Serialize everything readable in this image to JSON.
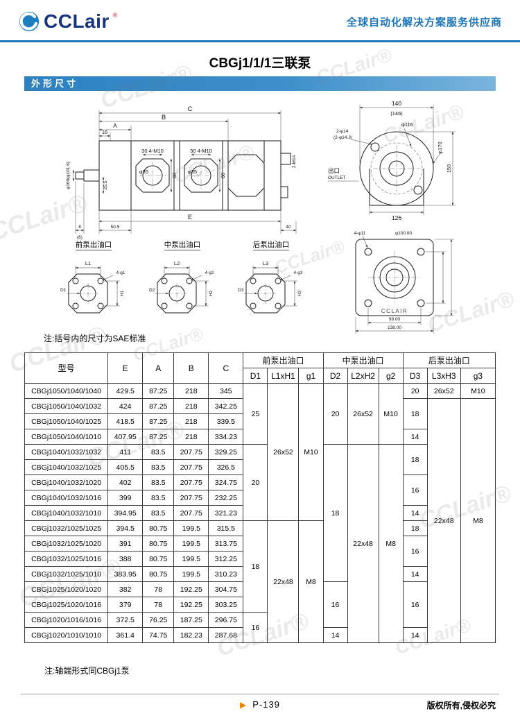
{
  "header": {
    "logo_text": "CCLair",
    "logo_reg": "®",
    "slogan": "全球自动化解决方案服务供应商"
  },
  "title": "CBGj1/1/1三联泵",
  "section": {
    "label": "外形尺寸"
  },
  "watermark": {
    "text": "CCLair®"
  },
  "drawing": {
    "main": {
      "dim_c": "C",
      "dim_b": "B",
      "dim_a": "A",
      "dim_16": "16",
      "bolt_label": "30  4-M10",
      "phi35": "φ35",
      "dim_60": "60",
      "dim_25_5": "25.5",
      "shaft_label": "φ100(φ101.6)",
      "dim_8": "8",
      "dim_8_sae": "(6)",
      "dim_50_5": "50.5",
      "dim_e": "E",
      "dim_40": "40",
      "m14": "2-M14"
    },
    "rear": {
      "dim_140": "140",
      "dim_146": "(146)",
      "holes": "2-φ14",
      "holes_sae": "(2-φ14.3)",
      "phi116": "φ116",
      "phi170": "φ170",
      "dim_159": "159",
      "dim_126": "126",
      "outlet_cn": "出口",
      "outlet_en": "OUTLET"
    },
    "flange": {
      "holes": "4-φ11",
      "bolt_circle": "φ100.00",
      "dim_99": "99.00",
      "dim_138": "138.00",
      "brand": "CCLAIR"
    },
    "ports": [
      {
        "title": "前泵出油口",
        "l": "L1",
        "h": "H1",
        "d": "D1",
        "g": "4-g1"
      },
      {
        "title": "中泵出油口",
        "l": "L2",
        "h": "H2",
        "d": "D2",
        "g": "4-g2"
      },
      {
        "title": "后泵出油口",
        "l": "L3",
        "h": "H3",
        "d": "D3",
        "g": "4-g3"
      }
    ]
  },
  "notes": {
    "sae": "注:括号内的尺寸为SAE标准",
    "shaft": "注:轴端形式同CBGj1泵"
  },
  "table": {
    "header_row1": [
      {
        "label": "型号",
        "rowspan": 2
      },
      {
        "label": "E",
        "rowspan": 2
      },
      {
        "label": "A",
        "rowspan": 2
      },
      {
        "label": "B",
        "rowspan": 2
      },
      {
        "label": "C",
        "rowspan": 2
      },
      {
        "label": "前泵出油口",
        "colspan": 3
      },
      {
        "label": "中泵出油口",
        "colspan": 3
      },
      {
        "label": "后泵出油口",
        "colspan": 3
      }
    ],
    "header_row2": [
      "D1",
      "L1xH1",
      "g1",
      "D2",
      "L2xH2",
      "g2",
      "D3",
      "L3xH3",
      "g3"
    ],
    "rows": [
      [
        "CBGj1050/1040/1040",
        "429.5",
        "87.25",
        "218",
        "345",
        {
          "t": "25",
          "rs": 4
        },
        {
          "t": "26x52",
          "rs": 9
        },
        {
          "t": "M10",
          "rs": 9
        },
        {
          "t": "20",
          "rs": 4
        },
        {
          "t": "26x52",
          "rs": 4
        },
        {
          "t": "M10",
          "rs": 4
        },
        "20",
        "26x52",
        "M10"
      ],
      [
        "CBGj1050/1040/1032",
        "424",
        "87.25",
        "218",
        "342.25",
        {
          "t": "18",
          "rs": 2
        },
        {
          "t": "22x48",
          "rs": 16
        },
        {
          "t": "M8",
          "rs": 16
        }
      ],
      [
        "CBGj1050/1040/1025",
        "418.5",
        "87.25",
        "218",
        "339.5"
      ],
      [
        "CBGj1050/1040/1010",
        "407.95",
        "87.25",
        "218",
        "334.23",
        "14"
      ],
      [
        "CBGj1040/1032/1032",
        "411",
        "83.5",
        "207.75",
        "329.25",
        {
          "t": "20",
          "rs": 5
        },
        {
          "t": "18",
          "rs": 9
        },
        {
          "t": "22x48",
          "rs": 13
        },
        {
          "t": "M8",
          "rs": 13
        },
        {
          "t": "18",
          "rs": 2
        }
      ],
      [
        "CBGj1040/1032/1025",
        "405.5",
        "83.5",
        "207.75",
        "326.5"
      ],
      [
        "CBGj1040/1032/1020",
        "402",
        "83.5",
        "207.75",
        "324.75",
        {
          "t": "16",
          "rs": 2
        }
      ],
      [
        "CBGj1040/1032/1016",
        "399",
        "83.5",
        "207.75",
        "232.25"
      ],
      [
        "CBGj1040/1032/1010",
        "394.95",
        "83.5",
        "207.75",
        "321.23",
        "14"
      ],
      [
        "CBGj1032/1025/1025",
        "394.5",
        "80.75",
        "199.5",
        "315.5",
        {
          "t": "18",
          "rs": 6
        },
        {
          "t": "22x48",
          "rs": 8
        },
        {
          "t": "M8",
          "rs": 8
        },
        "18"
      ],
      [
        "CBGj1032/1025/1020",
        "391",
        "80.75",
        "199.5",
        "313.75",
        {
          "t": "16",
          "rs": 2
        }
      ],
      [
        "CBGj1032/1025/1016",
        "388",
        "80.75",
        "199.5",
        "312.25"
      ],
      [
        "CBGj1032/1025/1010",
        "383.95",
        "80.75",
        "199.5",
        "310.23",
        "14"
      ],
      [
        "CBGj1025/1020/1020",
        "382",
        "78",
        "192.25",
        "304.75",
        {
          "t": "16",
          "rs": 3
        },
        {
          "t": "16",
          "rs": 3
        }
      ],
      [
        "CBGj1025/1020/1016",
        "379",
        "78",
        "192.25",
        "303.25"
      ],
      [
        "CBGj1020/1016/1016",
        "372.5",
        "76.25",
        "187.25",
        "296.75",
        {
          "t": "16",
          "rs": 2
        }
      ],
      [
        "CBGj1020/1010/1010",
        "361.4",
        "74.75",
        "182.23",
        "287.68",
        "14",
        "14"
      ]
    ]
  },
  "footer": {
    "arrow": "▶",
    "page": "P-139",
    "copyright": "版权所有,侵权必究"
  }
}
